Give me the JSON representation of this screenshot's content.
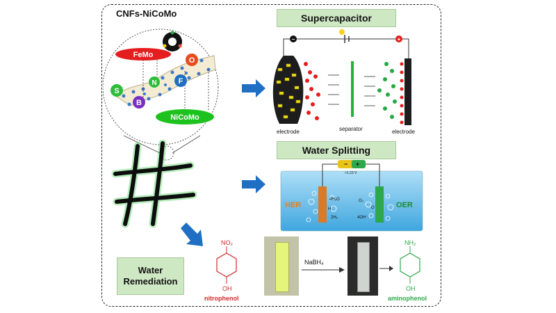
{
  "cnf": {
    "title": "CNFs-NiCoMo",
    "fe_label": "FeMo",
    "nico_label": "NiCoMo",
    "atoms": {
      "S": "S",
      "B": "B",
      "N": "N",
      "F": "F",
      "O": "O"
    }
  },
  "supercapacitor": {
    "title": "Supercapacitor",
    "electrode_left": "electrode",
    "separator": "separator",
    "electrode_right": "electrode",
    "minus": "−",
    "plus": "+"
  },
  "water_splitting": {
    "title": "Water Splitting",
    "her": "HER",
    "oer": "OER",
    "h2o": "4H₂O",
    "h": "H",
    "h2": "2H₂",
    "o2": "O₂",
    "oh": "4OH⁻",
    "o": "O",
    "voltage": ">1.23 V",
    "minus": "−",
    "plus": "+"
  },
  "remediation": {
    "title_line1": "Water",
    "title_line2": "Remediation",
    "no2": "NO₂",
    "oh_left": "OH",
    "nitrophenol": "nitrophenol",
    "reagent": "NaBH₄",
    "nh2": "NH₂",
    "oh_right": "OH",
    "aminophenol": "aminophenol"
  },
  "colors": {
    "accent_green": "#2ea84a",
    "arrow_blue": "#1f6fc4",
    "nitro_red": "#d22a2a",
    "title_green": "#cfe8c4"
  }
}
